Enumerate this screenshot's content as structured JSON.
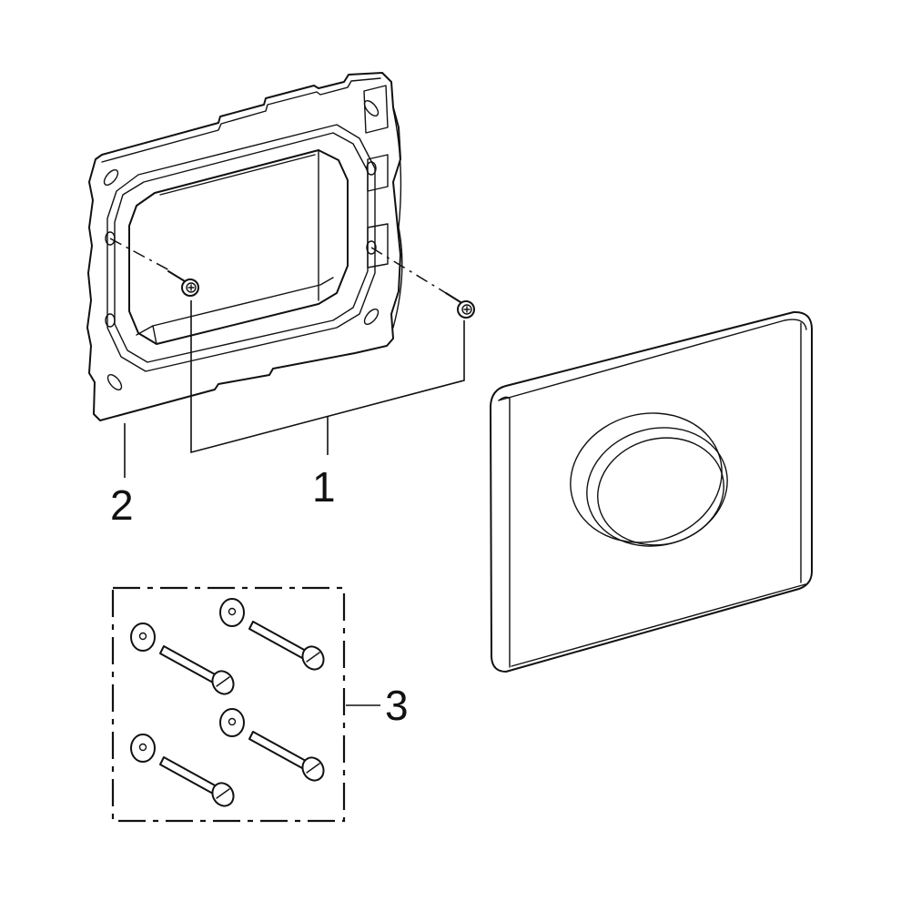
{
  "diagram": {
    "type": "exploded-view assembly drawing",
    "background": "#ffffff",
    "line_color": "#111111"
  },
  "parts": [
    {
      "callout": "1",
      "name": "mounting screws (2x, Phillips pan head with washer)"
    },
    {
      "callout": "2",
      "name": "mounting frame / bracket"
    },
    {
      "callout": "3",
      "name": "fixing kit: 4 slotted screws with washers (dashed box)"
    }
  ],
  "callouts": {
    "c1": "1",
    "c2": "2",
    "c3": "3"
  },
  "components": {
    "cover_plate": "flush plate with single round push button"
  }
}
